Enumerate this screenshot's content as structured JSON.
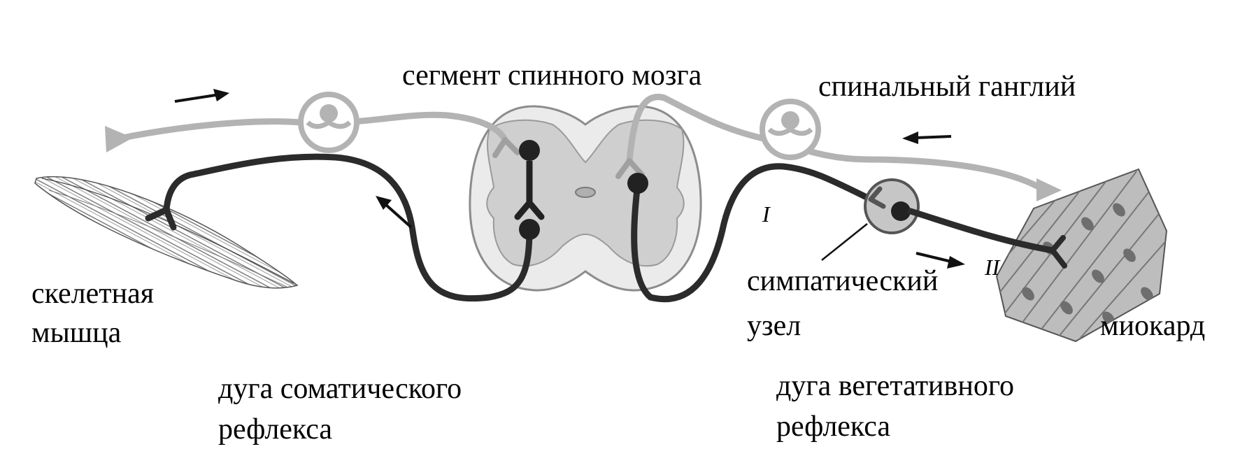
{
  "labels": {
    "spinal_segment": "сегмент спинного мозга",
    "spinal_ganglion": "спинальный ганглий",
    "skeletal_muscle_line1": "скелетная",
    "skeletal_muscle_line2": "мышца",
    "sympathetic_node_line1": "симпатический",
    "sympathetic_node_line2": "узел",
    "myocardium": "миокард",
    "somatic_arc_line1": "дуга соматического",
    "somatic_arc_line2": "рефлекса",
    "vegetative_arc_line1": "дуга вегетативного",
    "vegetative_arc_line2": "рефлекса",
    "neuron_one": "I",
    "neuron_two": "II"
  },
  "colors": {
    "afferent_fiber": "#b3b3b3",
    "efferent_fiber": "#333333",
    "gray_matter": "#d0d0d0",
    "cord_outline": "#8c8c8c"
  }
}
